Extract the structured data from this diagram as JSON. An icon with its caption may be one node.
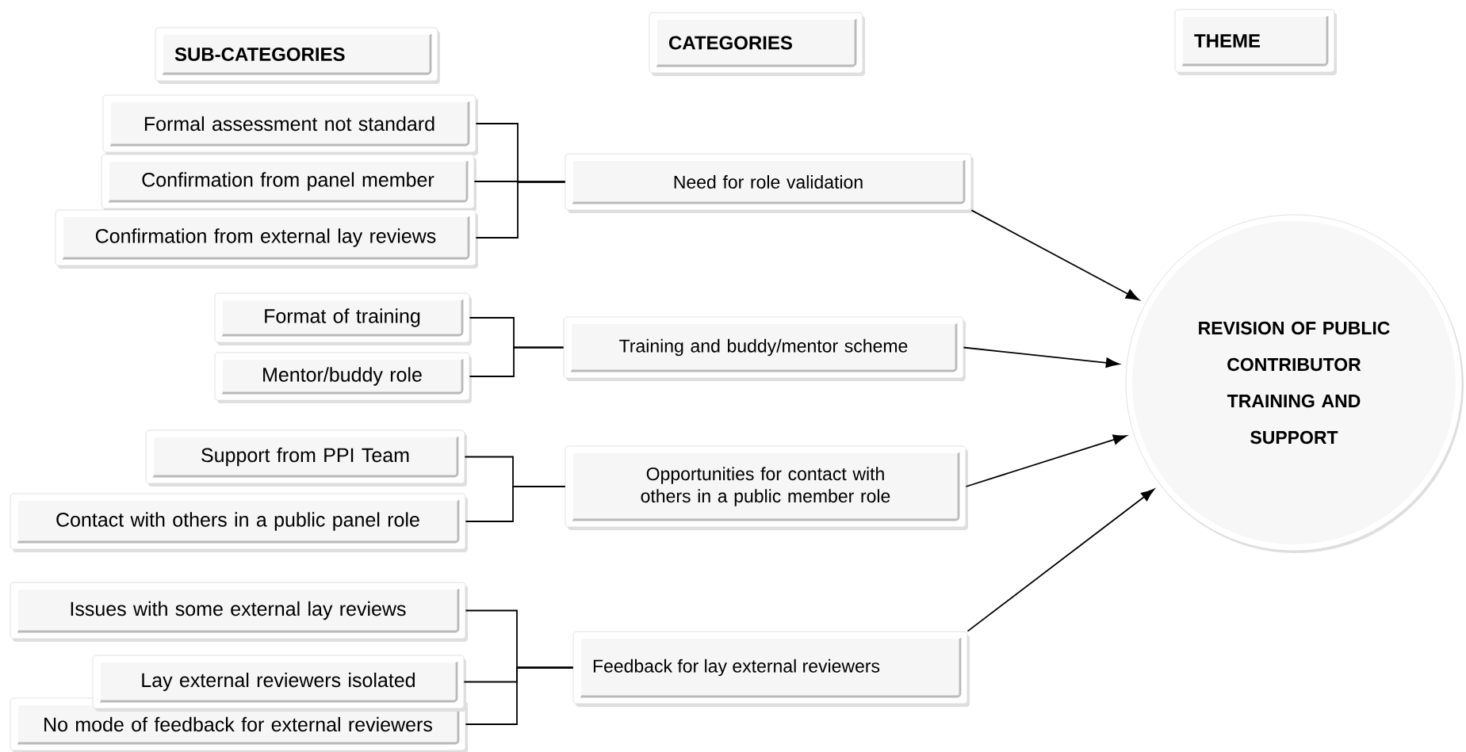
{
  "diagram": {
    "nodes": [
      {
        "text": [
          "SUB-CATEGORIES"
        ]
      },
      {
        "text": [
          "CATEGORIES"
        ]
      },
      {
        "text": [
          "THEME"
        ]
      },
      {
        "text": [
          "Formal assessment not standard"
        ]
      },
      {
        "text": [
          "Confirmation from panel member"
        ]
      },
      {
        "text": [
          "Confirmation from external lay reviews"
        ]
      },
      {
        "text": [
          "Need for role validation"
        ]
      },
      {
        "text": [
          "Format of training"
        ]
      },
      {
        "text": [
          "Mentor/buddy role"
        ]
      },
      {
        "text": [
          "Training and buddy/mentor scheme"
        ]
      },
      {
        "text": [
          "Support from PPI Team"
        ]
      },
      {
        "text": [
          "Contact with others in a public panel role"
        ]
      },
      {
        "text": [
          "Opportunities for contact with others in a public member role"
        ]
      },
      {
        "text": [
          "Issues with some external lay reviews"
        ]
      },
      {
        "text": [
          "Lay external reviewers isolated"
        ]
      },
      {
        "text": [
          "No mode of feedback for external reviewers"
        ]
      },
      {
        "text": [
          "Feedback for lay external reviewers"
        ]
      },
      {
        "text": [
          "REVISION OF PUBLIC CONTRIBUTOR TRAINING AND SUPPORT"
        ]
      }
    ],
    "edges": [
      {
        "from": 3,
        "to": 6,
        "arrow": "none"
      },
      {
        "from": 4,
        "to": 6,
        "arrow": "none"
      },
      {
        "from": 5,
        "to": 6,
        "arrow": "none"
      },
      {
        "from": 7,
        "to": 9,
        "arrow": "none"
      },
      {
        "from": 8,
        "to": 9,
        "arrow": "none"
      },
      {
        "from": 10,
        "to": 12,
        "arrow": "none"
      },
      {
        "from": 11,
        "to": 12,
        "arrow": "none"
      },
      {
        "from": 13,
        "to": 16,
        "arrow": "none"
      },
      {
        "from": 14,
        "to": 16,
        "arrow": "none"
      },
      {
        "from": 15,
        "to": 16,
        "arrow": "none"
      },
      {
        "from": 6,
        "to": 17,
        "arrow": "to"
      },
      {
        "from": 9,
        "to": 17,
        "arrow": "to"
      },
      {
        "from": 12,
        "to": 17,
        "arrow": "to"
      },
      {
        "from": 16,
        "to": 17,
        "arrow": "to"
      }
    ]
  }
}
